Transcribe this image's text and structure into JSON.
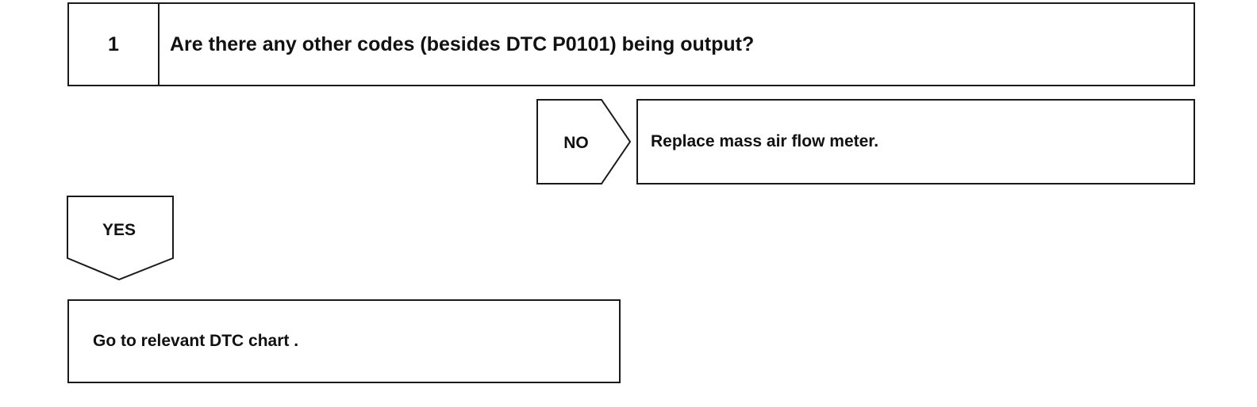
{
  "step": {
    "number": "1",
    "question": "Are there any other codes (besides DTC P0101) being output?"
  },
  "branches": {
    "no": {
      "label": "NO",
      "action": "Replace mass air flow meter."
    },
    "yes": {
      "label": "YES",
      "action": "Go to relevant DTC chart ."
    }
  }
}
